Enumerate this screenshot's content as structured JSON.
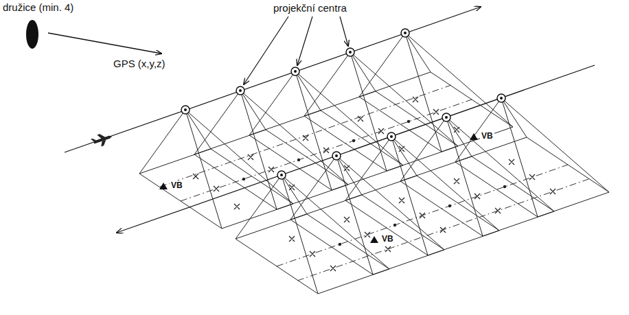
{
  "diagram": {
    "labels": [
      "družice (min. 4)",
      "GPS (x,y,z)",
      "projekční centra",
      "VB",
      "VB",
      "VB"
    ]
  }
}
